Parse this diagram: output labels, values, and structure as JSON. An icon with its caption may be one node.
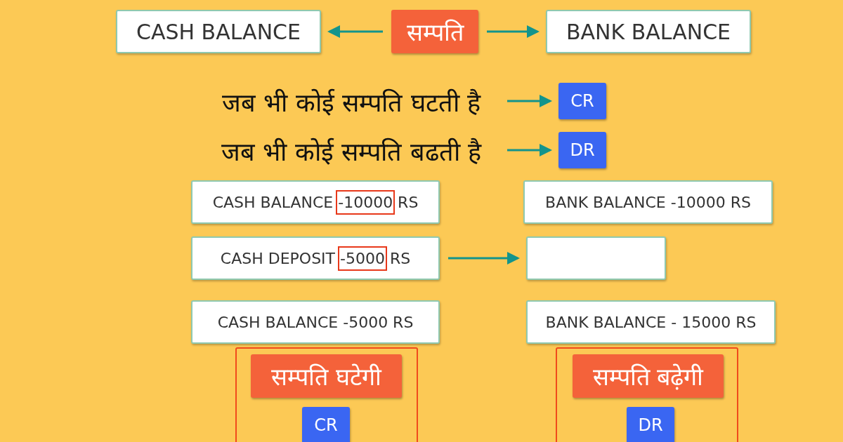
{
  "diagram": {
    "nodes": [
      {
        "text": [
          "CASH BALANCE"
        ]
      },
      {
        "text": [
          "सम्पति"
        ]
      },
      {
        "text": [
          "BANK BALANCE"
        ]
      },
      {
        "text": [
          "जब भी कोई सम्पति घटती है"
        ]
      },
      {
        "text": [
          "CR"
        ]
      },
      {
        "text": [
          "जब भी कोई सम्पति बढती है"
        ]
      },
      {
        "text": [
          "DR"
        ]
      },
      {
        "text": [
          "CASH BALANCE -10000 RS"
        ]
      },
      {
        "text": [
          "BANK BALANCE -10000 RS"
        ]
      },
      {
        "text": [
          "CASH DEPOSIT -5000 RS"
        ]
      },
      {
        "text": [],
        "shape": "box"
      },
      {
        "text": [
          "CASH BALANCE -5000 RS"
        ]
      },
      {
        "text": [
          "BANK BALANCE - 15000 RS"
        ]
      },
      {
        "text": [],
        "shape": "box"
      },
      {
        "text": [
          "सम्पति घटेगी"
        ],
        "in": 13
      },
      {
        "text": [
          "CR"
        ],
        "in": 13
      },
      {
        "text": [],
        "shape": "box"
      },
      {
        "text": [
          "सम्पति बढ़ेगी"
        ],
        "in": 16
      },
      {
        "text": [
          "DR"
        ],
        "in": 16
      }
    ],
    "edges": [
      {
        "from": 1,
        "to": 0,
        "arrow": "to"
      },
      {
        "from": 1,
        "to": 2,
        "arrow": "to"
      },
      {
        "from": 3,
        "to": 4,
        "arrow": "to"
      },
      {
        "from": 5,
        "to": 6,
        "arrow": "to"
      },
      {
        "from": 9,
        "to": 10,
        "arrow": "to"
      }
    ]
  }
}
